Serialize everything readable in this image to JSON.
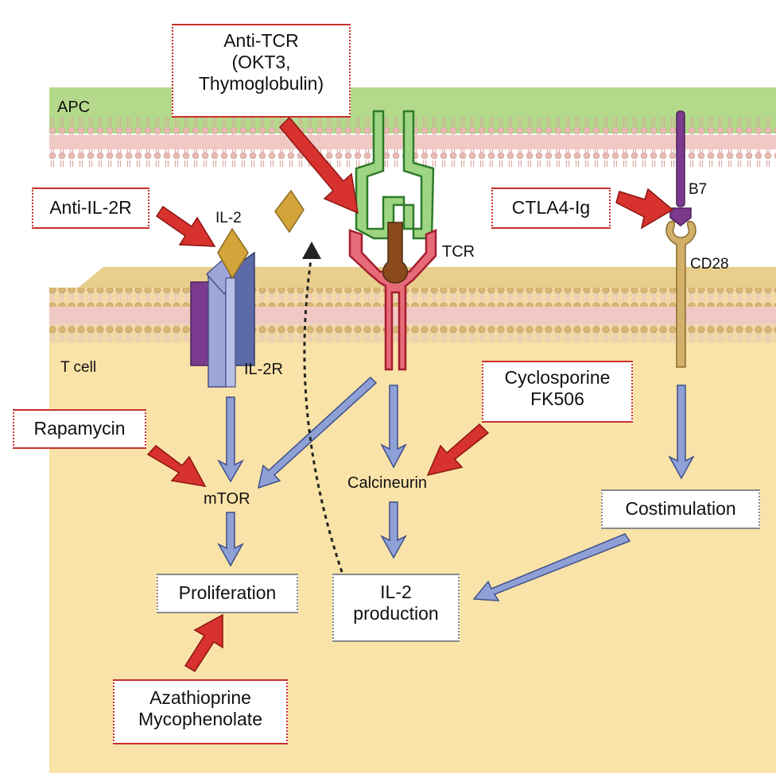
{
  "regions": {
    "apc": "APC",
    "tcell": "T cell"
  },
  "drugs": {
    "anti_tcr": [
      "Anti-TCR",
      "(OKT3,",
      "Thymoglobulin)"
    ],
    "anti_il2r": "Anti-IL-2R",
    "ctla4ig": "CTLA4-Ig",
    "rapamycin": "Rapamycin",
    "cyclosporine": [
      "Cyclosporine",
      "FK506"
    ],
    "azathioprine": [
      "Azathioprine",
      "Mycophenolate"
    ]
  },
  "molecules": {
    "il2": "IL-2",
    "il2r": "IL-2R",
    "tcr": "TCR",
    "b7": "B7",
    "cd28": "CD28",
    "mtor": "mTOR",
    "calcineurin": "Calcineurin"
  },
  "outcomes": {
    "proliferation": "Proliferation",
    "il2_production": [
      "IL-2",
      "production"
    ],
    "costimulation": "Costimulation"
  },
  "colors": {
    "apc_green": "#a6d17c",
    "membrane_pink": "#f1c9c4",
    "tcell_yellow": "#fbe6ae",
    "drug_arrow_red": "#d8322e",
    "signal_arrow_blue": "#6f86c6",
    "tcr_green": "#6fbf5a",
    "tcr_red": "#d94a5a",
    "cd28_gold": "#c9a24a",
    "b7_purple": "#7b3a8e",
    "il2r_purple": "#7b4aa0",
    "il2r_lavender": "#9ea6d9",
    "il2_gold": "#d2a43a"
  }
}
